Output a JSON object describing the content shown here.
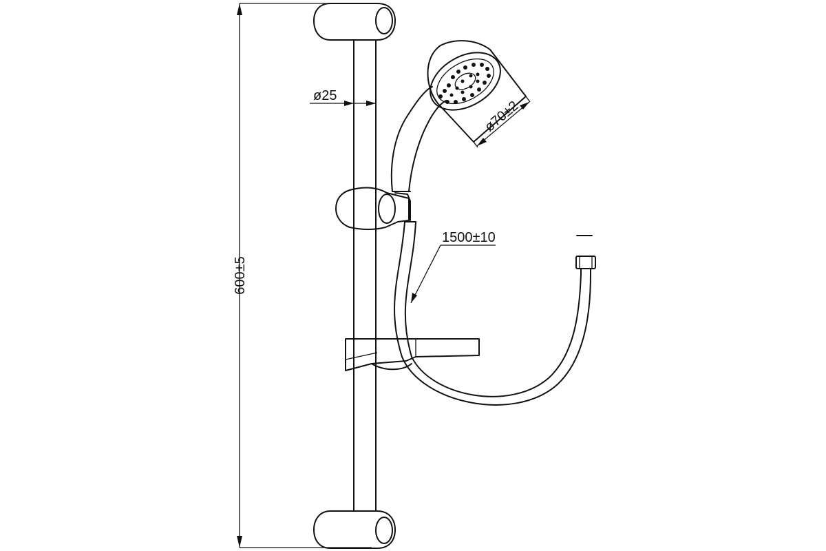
{
  "dimensions": {
    "height_label": "600±5",
    "rail_diameter_label": "ø25",
    "head_diameter_label": "ø70±2",
    "hose_length_label": "1500±10"
  },
  "colors": {
    "line": "#111111",
    "background": "#ffffff"
  },
  "parts": [
    "slide-rail",
    "top-wall-bracket",
    "bottom-wall-bracket",
    "sliding-holder",
    "hand-shower",
    "soap-dish",
    "shower-hose",
    "hose-nut",
    "hose-washer"
  ]
}
